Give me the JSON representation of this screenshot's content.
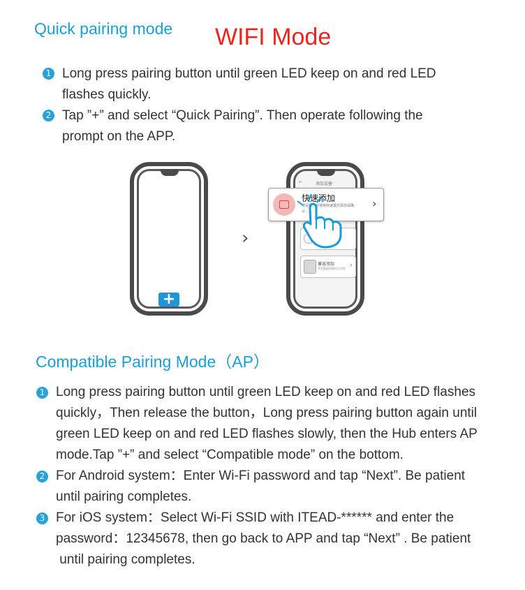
{
  "quick": {
    "heading": "Quick pairing mode",
    "mode_title": "WIFI Mode",
    "steps": [
      {
        "num": "1",
        "line1": "Long press pairing button until green LED keep on and red LED",
        "line2": "flashes quickly."
      },
      {
        "num": "2",
        "line1": "Tap ”+” and select “Quick Pairing”. Then operate following the",
        "line2": "prompt on the APP."
      }
    ]
  },
  "illustration": {
    "arrow": "›",
    "plus": "+",
    "screen_title": "添加设备",
    "back": "←",
    "popup_title": "快速添加",
    "popup_sub_1": "将设备，可使用快速模式添加请确",
    "popup_sub_2": "认…",
    "popup_chevron": "›",
    "card2_title": "兼容添加",
    "card2_sub": "将设备配网模式后添加",
    "card_chevron": "›",
    "colors": {
      "phone": "#4a4a4a",
      "accent": "#1e96d8",
      "icon_bg": "#f3b8b8",
      "hand": "#1a9ad6"
    }
  },
  "compat": {
    "heading": "Compatible Pairing Mode（AP）",
    "steps": [
      {
        "num": "1",
        "lines": [
          "Long press pairing button until green LED keep on and red LED flashes",
          "quickly，Then release the button，Long press pairing button again until",
          "green LED keep on and red LED flashes slowly, then the Hub enters AP",
          "mode.Tap ”+” and select “Compatible mode” on the bottom."
        ]
      },
      {
        "num": "2",
        "lines": [
          "For Android system：Enter Wi-Fi password and tap “Next”. Be patient",
          "until pairing completes."
        ]
      },
      {
        "num": "3",
        "lines": [
          "For iOS system：Select Wi-Fi SSID with ITEAD-****** and enter the",
          "password：12345678, then go back to APP and tap “Next” . Be patient",
          " until pairing completes."
        ]
      }
    ]
  }
}
